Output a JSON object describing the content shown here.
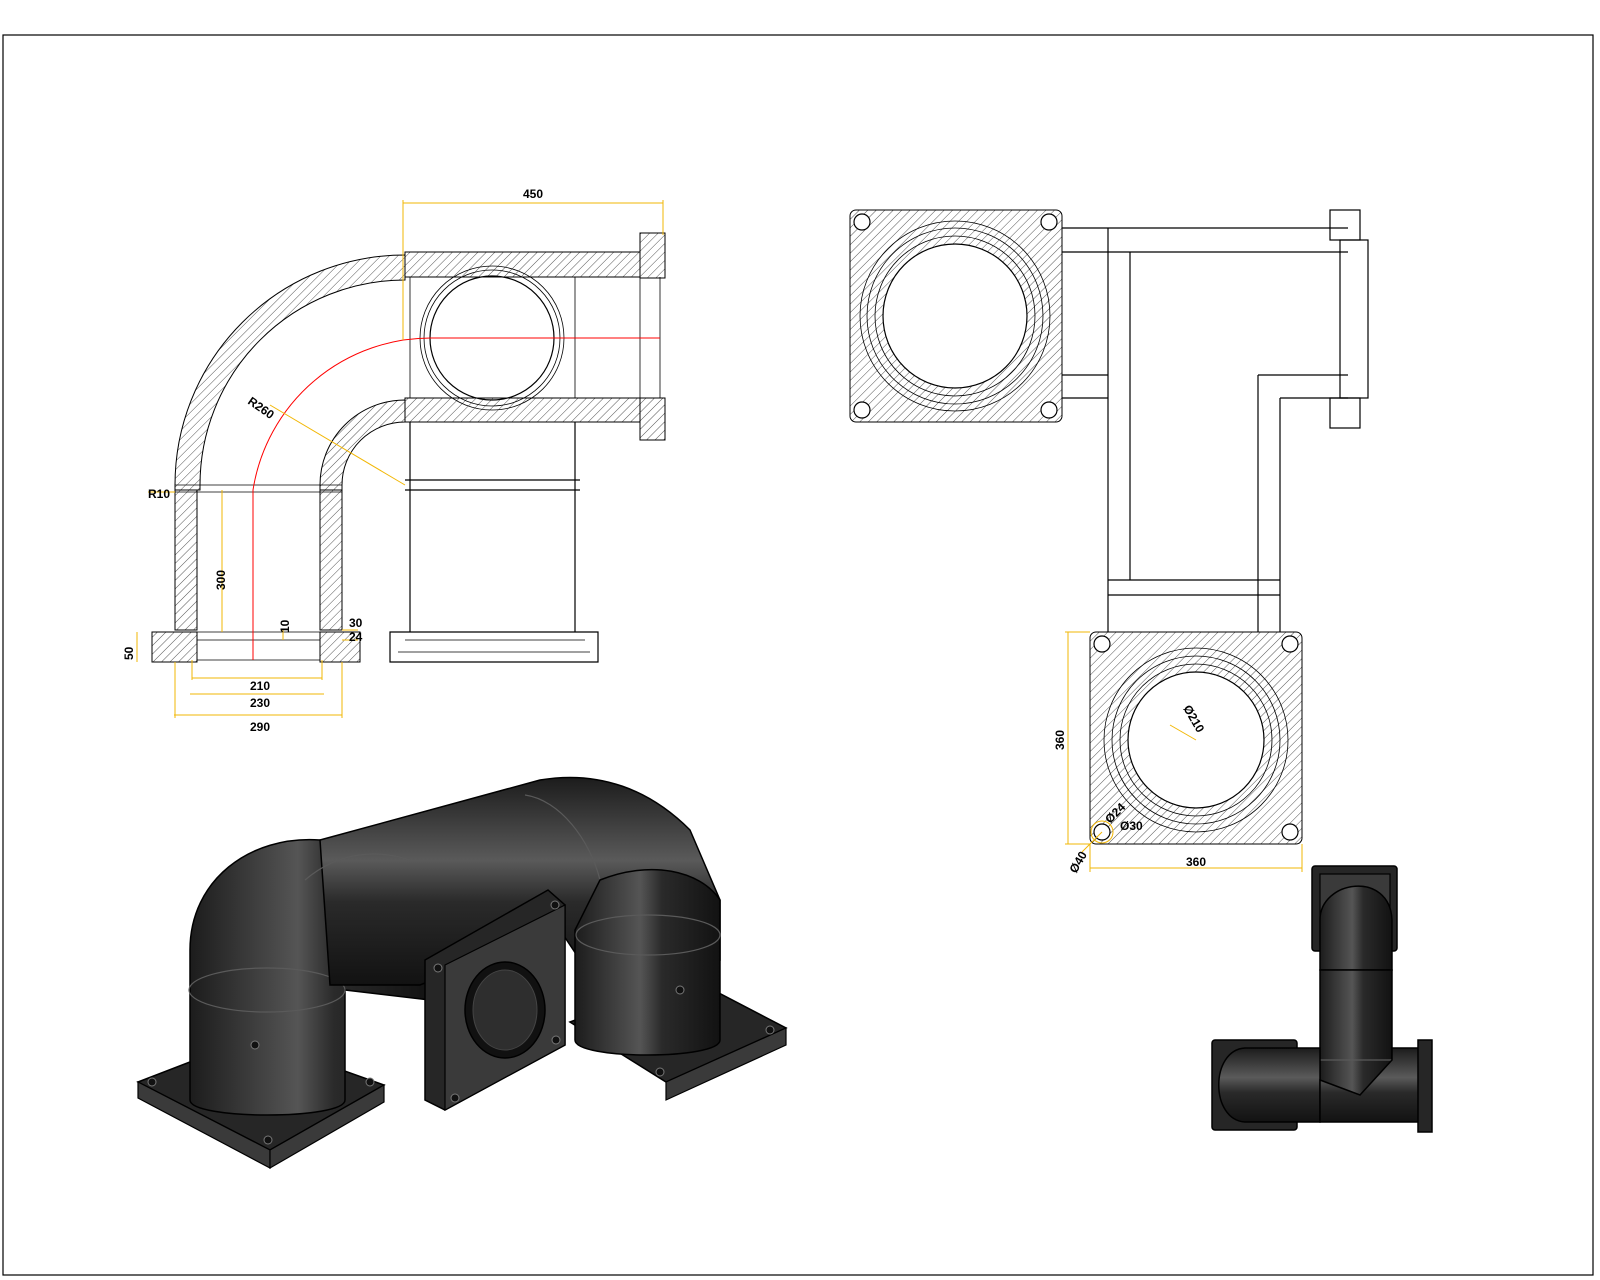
{
  "drawing": {
    "front_view": {
      "dims": {
        "width_450": "450",
        "radius_bend": "R260",
        "radius_fillet": "R10",
        "height_300": "300",
        "wall_10": "10",
        "flange_30": "30",
        "flange_24": "24",
        "flange_thk_50": "50",
        "bore_210": "210",
        "od_230": "230",
        "flange_290": "290"
      }
    },
    "top_view": {
      "dims": {
        "height_360": "360",
        "width_360": "360",
        "bore_dia": "Ø210",
        "hole_24": "Ø24",
        "hole_30": "Ø30",
        "hole_40": "Ø40"
      }
    }
  }
}
